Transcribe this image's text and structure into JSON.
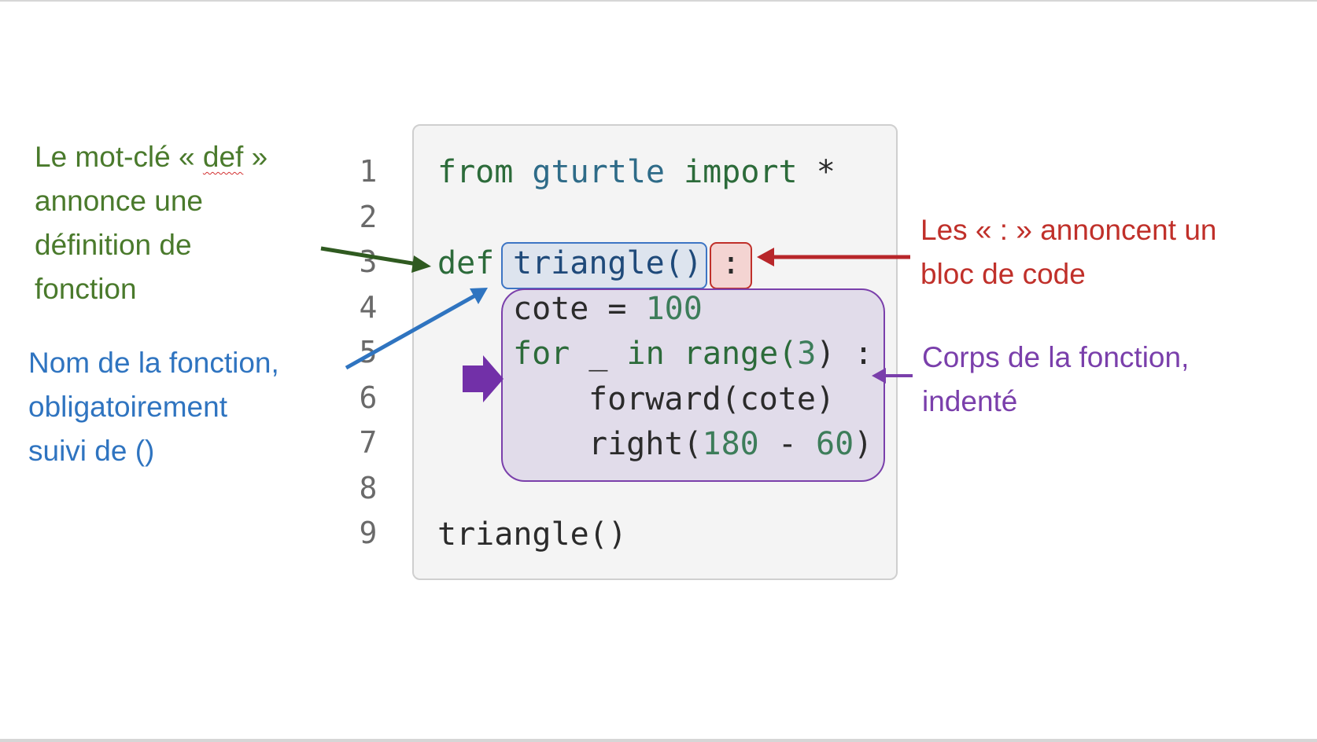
{
  "code": {
    "line_numbers": [
      "1",
      "2",
      "3",
      "4",
      "5",
      "6",
      "7",
      "8",
      "9"
    ],
    "line1": {
      "from": "from",
      "module": "gturtle",
      "import": "import",
      "star": "*"
    },
    "line3": {
      "def": "def",
      "name": "triangle()",
      "colon": ":"
    },
    "line4": {
      "var": "cote =",
      "value": "100"
    },
    "line5": {
      "for": "for",
      "underscore": "_",
      "in": "in",
      "range": "range(",
      "arg": "3",
      "close": ") :"
    },
    "line6": {
      "text": "forward(cote)"
    },
    "line7": {
      "call": "right(",
      "a": "180",
      "op": " - ",
      "b": "60",
      "close": ")"
    },
    "line9": {
      "text": "triangle()"
    }
  },
  "annotations": {
    "def_keyword": {
      "line1_pre": "Le mot-clé « ",
      "line1_def": "def",
      "line1_post": " »",
      "line2": "annonce une",
      "line3": "définition de",
      "line4": "fonction",
      "color": "#4a7a2c"
    },
    "function_name": {
      "line1": "Nom de la fonction,",
      "line2": "obligatoirement",
      "line3": "suivi de ()",
      "color": "#2f74c0"
    },
    "colon": {
      "line1": "Les « : » annoncent un",
      "line2": "bloc de code",
      "color": "#c0302a"
    },
    "body": {
      "line1": "Corps de la fonction,",
      "line2": "indenté",
      "color": "#7a3fab"
    }
  }
}
